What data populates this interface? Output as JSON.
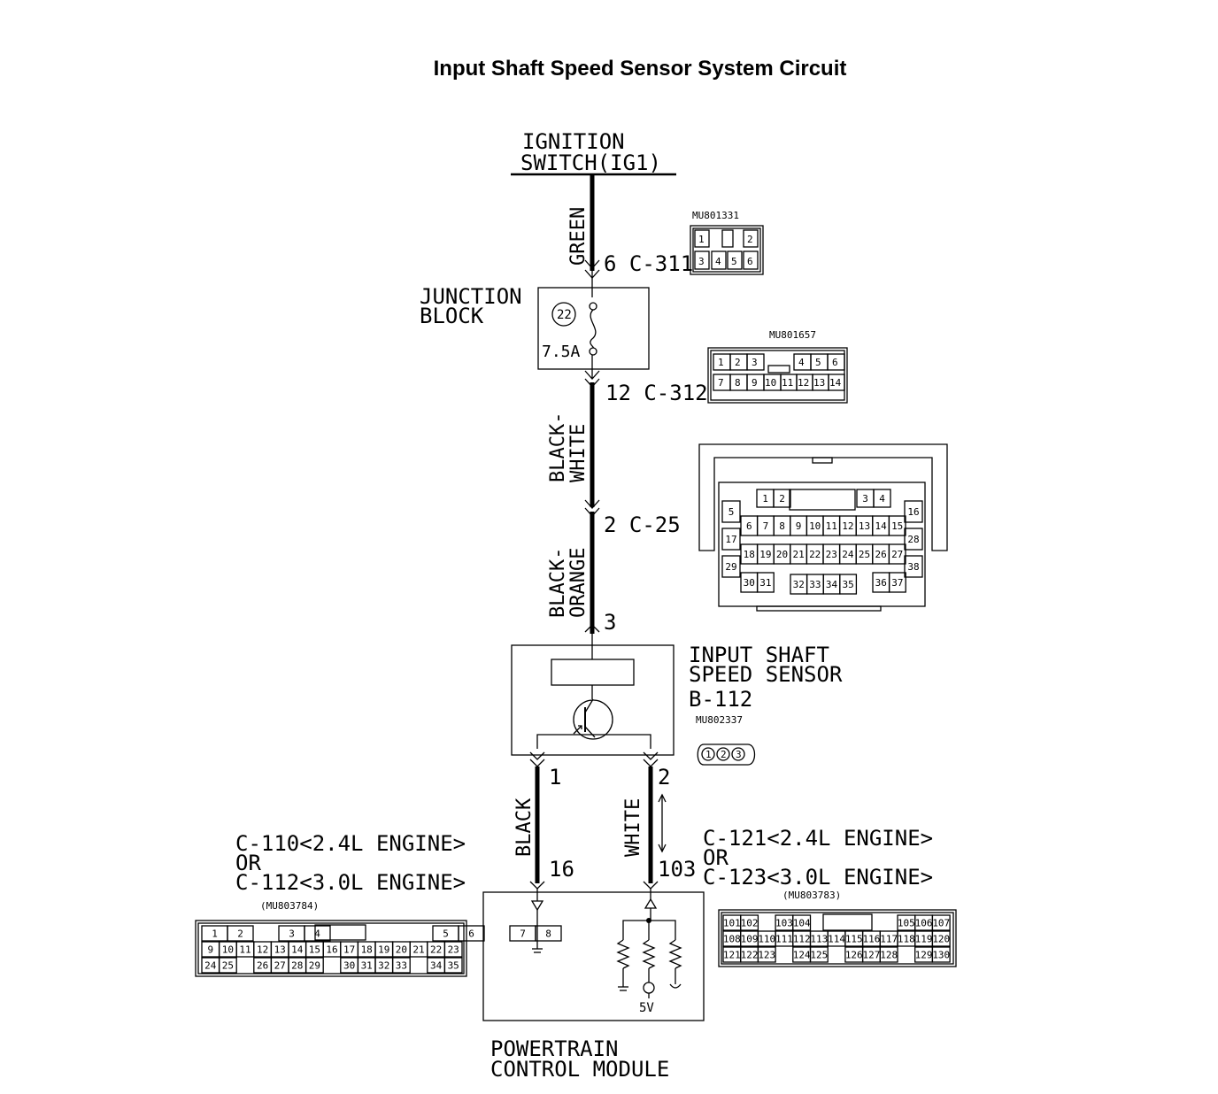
{
  "title": "Input Shaft Speed Sensor System Circuit",
  "ignition": {
    "line1": "IGNITION",
    "line2": "SWITCH(IG1)"
  },
  "wires": {
    "green": "GREEN",
    "bw1": "BLACK-",
    "bw2": "WHITE",
    "bo1": "BLACK-",
    "bo2": "ORANGE",
    "black": "BLACK",
    "white": "WHITE"
  },
  "connectors": {
    "c311": {
      "label": "6 C-311",
      "part": "MU801331",
      "pins_top": [
        "1",
        "2"
      ],
      "pins_bottom": [
        "3",
        "4",
        "5",
        "6"
      ]
    },
    "c312": {
      "label": "12 C-312",
      "part": "MU801657",
      "row1": [
        "1",
        "2",
        "3",
        "4",
        "5",
        "6"
      ],
      "row2": [
        "7",
        "8",
        "9",
        "10",
        "11",
        "12",
        "13",
        "14"
      ]
    },
    "c25": {
      "label": "2 C-25"
    },
    "b112": {
      "pin_label": "3",
      "label": "B-112",
      "part": "MU802337",
      "pins": [
        "1",
        "2",
        "3"
      ]
    },
    "pcm_left": {
      "line1": "C-110<2.4L ENGINE>",
      "line2": "OR",
      "line3": "C-112<3.0L ENGINE>",
      "part": "(MU803784)",
      "row1": [
        "1",
        "2",
        "",
        "3",
        "4",
        "",
        "",
        "",
        "",
        "5",
        "6",
        "",
        "7",
        "8"
      ],
      "row2": [
        "9",
        "10",
        "11",
        "12",
        "13",
        "14",
        "15",
        "16",
        "17",
        "18",
        "19",
        "20",
        "21",
        "22",
        "23"
      ],
      "row3": [
        "24",
        "25",
        "",
        "26",
        "27",
        "28",
        "29",
        "",
        "30",
        "31",
        "32",
        "33",
        "",
        "34",
        "35"
      ]
    },
    "pcm_right": {
      "line1": "C-121<2.4L ENGINE>",
      "line2": "OR",
      "line3": "C-123<3.0L ENGINE>",
      "part": "(MU803783)",
      "row1": [
        "101",
        "102",
        "",
        "103",
        "104",
        "",
        "",
        "",
        "",
        "",
        "105",
        "106",
        "107"
      ],
      "row2": [
        "108",
        "109",
        "110",
        "111",
        "112",
        "113",
        "114",
        "115",
        "116",
        "117",
        "118",
        "119",
        "120"
      ],
      "row3": [
        "121",
        "122",
        "123",
        "",
        "124",
        "125",
        "",
        "126",
        "127",
        "128",
        "",
        "129",
        "130"
      ]
    }
  },
  "c25_pins": {
    "top": [
      "1",
      "2",
      "3",
      "4"
    ],
    "left": [
      "5",
      "17",
      "29"
    ],
    "right": [
      "16",
      "28",
      "38"
    ],
    "r2": [
      "6",
      "7",
      "8",
      "9",
      "10",
      "11",
      "12",
      "13",
      "14",
      "15"
    ],
    "r3": [
      "18",
      "19",
      "20",
      "21",
      "22",
      "23",
      "24",
      "25",
      "26",
      "27"
    ],
    "r4": [
      "30",
      "31",
      "32",
      "33",
      "34",
      "35",
      "36",
      "37"
    ]
  },
  "junction_block": {
    "line1": "JUNCTION",
    "line2": "BLOCK",
    "fuse_number": "22",
    "fuse_rating": "7.5A"
  },
  "sensor": {
    "line1": "INPUT SHAFT",
    "line2": "SPEED SENSOR",
    "pin1": "1",
    "pin2": "2"
  },
  "pcm": {
    "pin16": "16",
    "pin103": "103",
    "voltage": "5V",
    "line1": "POWERTRAIN",
    "line2": "CONTROL MODULE"
  }
}
